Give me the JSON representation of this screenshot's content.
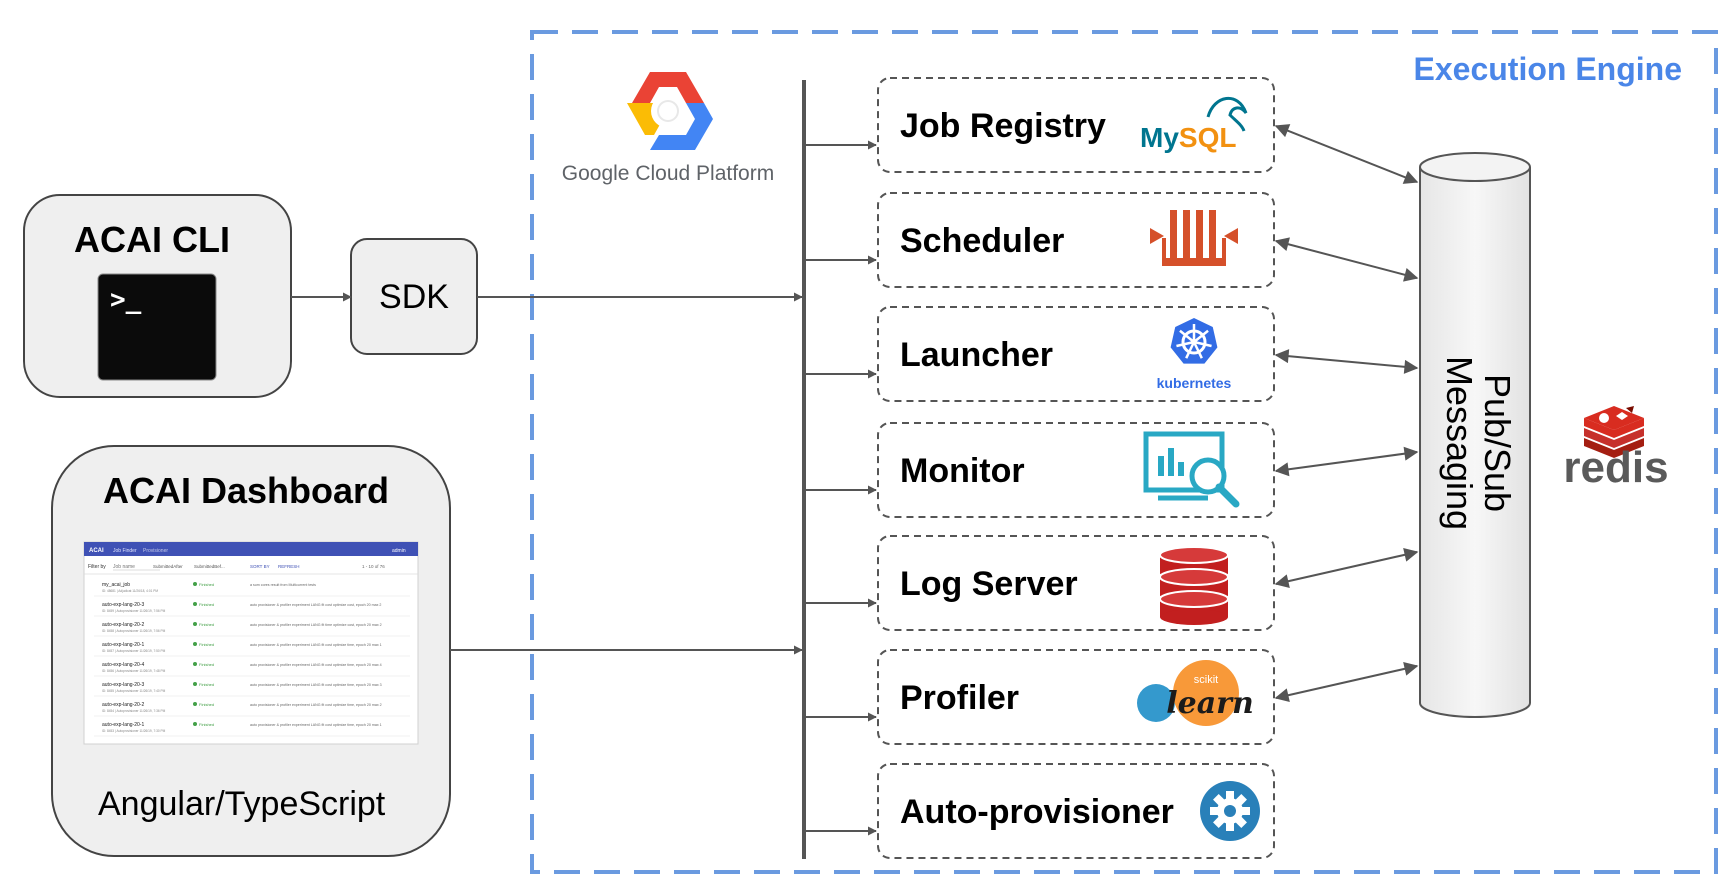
{
  "execution_engine": {
    "title": "Execution Engine"
  },
  "cli": {
    "title": "ACAI CLI",
    "prompt": ">_"
  },
  "sdk": {
    "label": "SDK"
  },
  "dashboard": {
    "title": "ACAI Dashboard",
    "subtitle": "Angular/TypeScript",
    "preview": {
      "brand": "ACAI",
      "nav": [
        "Job Finder",
        "Provisioner"
      ],
      "user": "admin",
      "filter_label": "Filter by",
      "filter_placeholder": "Job name",
      "select_1": "SubmittedAfter",
      "select_2": "SubmittedBef...",
      "sort_label": "SORT BY",
      "refresh_label": "REFRESH",
      "pager": "1 - 10 of 76",
      "rows": [
        {
          "name": "my_acai_job",
          "meta": "ID: 48681 | Adjudicat 11/26/18, 4:01 PM",
          "status": "Finished",
          "desc": "a sum cores result from Multicurrent tests"
        },
        {
          "name": "auto-exp-lang-20-3",
          "meta": "ID: 8459 | Autoprovisioner 11/26/19, 7:56 PM",
          "status": "Finished",
          "desc": "auto provisioner & profiler experiment LANG fit cost optimize cost, epoch 20 max 2"
        },
        {
          "name": "auto-exp-lang-20-2",
          "meta": "ID: 8458 | Autoprovisioner 11/26/19, 7:56 PM",
          "status": "Finished",
          "desc": "auto provisioner & profiler experiment LANG fit time optimize cost, epoch 20 max 2"
        },
        {
          "name": "auto-exp-lang-20-1",
          "meta": "ID: 8457 | Autoprovisioner 11/26/19, 7:50 PM",
          "status": "Finished",
          "desc": "auto provisioner & profiler experiment LANG fit cost optimize time, epoch 20 max 1"
        },
        {
          "name": "auto-exp-lang-20-4",
          "meta": "ID: 8456 | Autoprovisioner 11/26/19, 7:48 PM",
          "status": "Finished",
          "desc": "auto provisioner & profiler experiment LANG fit cost optimize time, epoch 20 max 4"
        },
        {
          "name": "auto-exp-lang-20-3",
          "meta": "ID: 8455 | Autoprovisioner 11/26/19, 7:40 PM",
          "status": "Finished",
          "desc": "auto provisioner & profiler experiment LANG fit cost optimize time, epoch 20 max 3"
        },
        {
          "name": "auto-exp-lang-20-2",
          "meta": "ID: 8454 | Autoprovisioner 11/26/19, 7:36 PM",
          "status": "Finished",
          "desc": "auto provisioner & profiler experiment LANG fit cost optimize time, epoch 20 max 2"
        },
        {
          "name": "auto-exp-lang-20-1",
          "meta": "ID: 8453 | Autoprovisioner 11/26/19, 7:30 PM",
          "status": "Finished",
          "desc": "auto provisioner & profiler experiment LANG fit cost optimize time, epoch 20 max 1"
        }
      ]
    }
  },
  "gcp": {
    "label": "Google Cloud Platform"
  },
  "services": [
    {
      "label": "Job Registry",
      "logo": "mysql-logo",
      "logo_text": "MySQL"
    },
    {
      "label": "Scheduler",
      "logo": "scheduler-icon"
    },
    {
      "label": "Launcher",
      "logo": "kubernetes-logo",
      "logo_text": "kubernetes"
    },
    {
      "label": "Monitor",
      "logo": "monitor-icon"
    },
    {
      "label": "Log Server",
      "logo": "database-icon"
    },
    {
      "label": "Profiler",
      "logo": "scikit-learn-logo",
      "logo_text_small": "scikit",
      "logo_text": "learn"
    },
    {
      "label": "Auto-provisioner",
      "logo": "gear-icon"
    }
  ],
  "pubsub": {
    "line1": "Pub/Sub",
    "line2": "Messaging"
  },
  "redis": {
    "label": "redis"
  },
  "colors": {
    "accent_blue": "#4a86e8",
    "box_fill": "#efefef",
    "line": "#555555",
    "mysql_blue": "#00758f",
    "mysql_orange": "#f29111",
    "scheduler_orange": "#d5502a",
    "kubernetes_blue": "#326ce5",
    "monitor_teal": "#29a8c4",
    "database_red": "#c21f1f",
    "sklearn_orange": "#f89939",
    "sklearn_blue": "#3499cd",
    "gear_blue": "#2980b9",
    "redis_red": "#d82c20",
    "redis_gray": "#5a5a5a",
    "dashboard_header": "#3f51b5",
    "status_green": "#43a047"
  }
}
